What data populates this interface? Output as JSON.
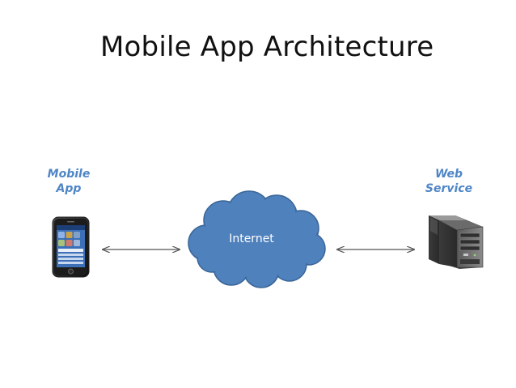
{
  "title": "Mobile App Architecture",
  "nodes": {
    "mobile_app": {
      "line1": "Mobile",
      "line2": "App",
      "icon": "smartphone-icon"
    },
    "internet": {
      "label": "Internet",
      "icon": "cloud-icon"
    },
    "web_service": {
      "line1": "Web",
      "line2": "Service",
      "icon": "server-icon"
    }
  },
  "connectors": [
    {
      "from": "mobile_app",
      "to": "internet",
      "style": "double-arrow"
    },
    {
      "from": "internet",
      "to": "web_service",
      "style": "double-arrow"
    }
  ],
  "colors": {
    "label": "#4f86c6",
    "cloud_fill": "#4f81bd",
    "cloud_stroke": "#3a6597",
    "arrow": "#555555"
  }
}
